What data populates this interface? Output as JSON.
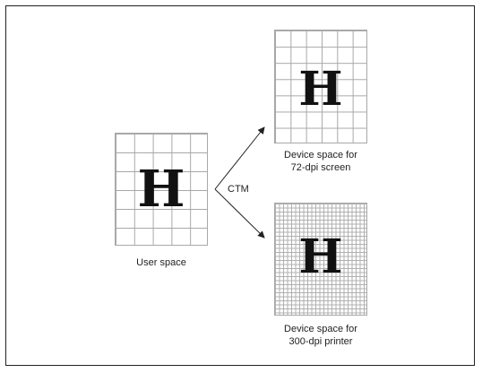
{
  "glyph": "H",
  "user_space": {
    "caption": "User space"
  },
  "transform": {
    "label": "CTM"
  },
  "screen_space": {
    "caption_line1": "Device space for",
    "caption_line2": "72-dpi screen"
  },
  "printer_space": {
    "caption_line1": "Device space for",
    "caption_line2": "300-dpi printer"
  },
  "colors": {
    "grid_line": "#a8a8a8",
    "glyph": "#111111",
    "frame": "#222222"
  }
}
